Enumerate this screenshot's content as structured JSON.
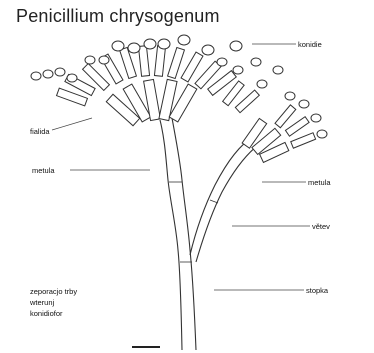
{
  "diagram": {
    "title": "Penicillium chrysogenum",
    "labels": {
      "konidie": "konidie",
      "fialida_left": "fialida",
      "metula_left": "metula",
      "metula_right": "metula",
      "vetev": "větev",
      "stopka": "stopka"
    },
    "note_lines": [
      "zeporacjo trby",
      "wterunj",
      "konidiofor"
    ]
  }
}
